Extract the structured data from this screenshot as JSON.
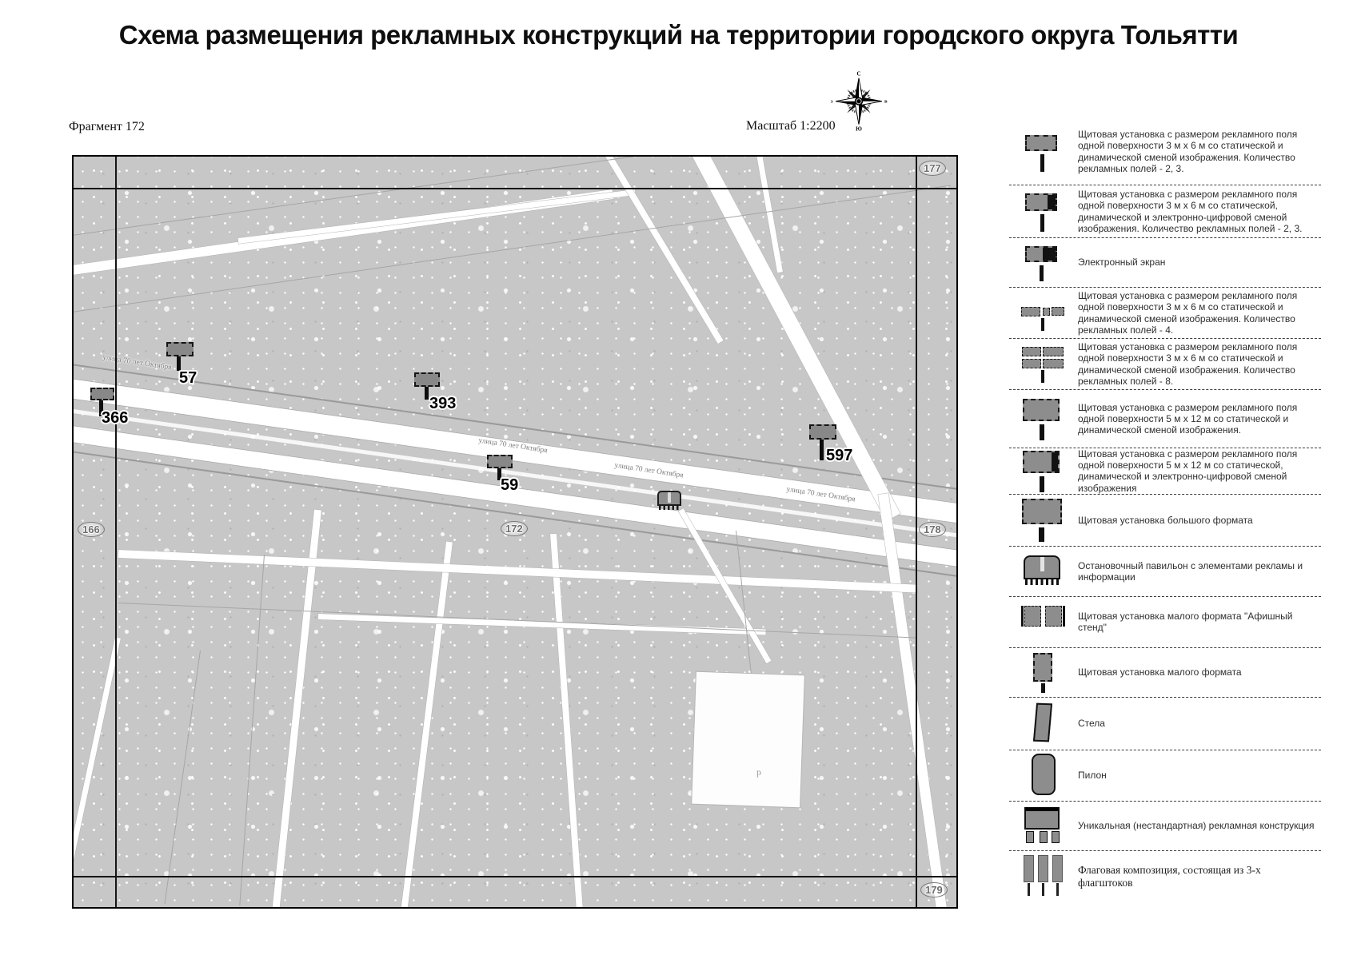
{
  "title": "Схема размещения рекламных конструкций на территории городского округа Тольятти",
  "fragment_label": "Фрагмент 172",
  "scale_label": "Масштаб 1:2200",
  "compass": {
    "n": "С",
    "s": "Ю",
    "e": "В",
    "w": "З"
  },
  "map": {
    "street_name": "улица 70 лет Октября",
    "building_letter": "р",
    "markers": [
      {
        "id": "57",
        "label": "57"
      },
      {
        "id": "366",
        "label": "366"
      },
      {
        "id": "393",
        "label": "393"
      },
      {
        "id": "59",
        "label": "59"
      },
      {
        "id": "597",
        "label": "597"
      }
    ],
    "edge_numbers": [
      {
        "label": "177"
      },
      {
        "label": "166"
      },
      {
        "label": "172"
      },
      {
        "label": "178"
      },
      {
        "label": "179"
      }
    ]
  },
  "legend": {
    "items": [
      {
        "icon": "billboard-3x6-static",
        "text": "Щитовая установка с размером рекламного поля одной поверхности 3 м х 6 м со статической и динамической сменой изображения. Количество рекламных полей - 2, 3."
      },
      {
        "icon": "billboard-3x6-digital",
        "text": "Щитовая установка с размером рекламного поля одной поверхности 3 м х 6 м со статической, динамической и электронно-цифровой сменой изображения. Количество рекламных полей - 2, 3."
      },
      {
        "icon": "electronic-screen",
        "text": "Электронный экран"
      },
      {
        "icon": "billboard-3x6-4fields",
        "text": "Щитовая установка с размером рекламного поля одной поверхности 3 м х 6 м со статической и динамической сменой изображения. Количество рекламных полей - 4."
      },
      {
        "icon": "billboard-3x6-8fields",
        "text": "Щитовая установка с размером рекламного поля одной поверхности 3 м х 6 м со статической и динамической сменой изображения. Количество рекламных полей - 8."
      },
      {
        "icon": "billboard-5x12-static",
        "text": "Щитовая установка с размером рекламного поля одной поверхности 5 м х 12 м со статической и динамической сменой изображения."
      },
      {
        "icon": "billboard-5x12-digital",
        "text": "Щитовая установка с размером рекламного поля одной поверхности 5 м х 12 м со статической, динамической и электронно-цифровой сменой изображения"
      },
      {
        "icon": "billboard-large-format",
        "text": "Щитовая установка большого формата"
      },
      {
        "icon": "bus-shelter",
        "text": "Остановочный павильон с элементами рекламы и информации"
      },
      {
        "icon": "afisha-stand",
        "text": "Щитовая установка малого формата \"Афишный стенд\""
      },
      {
        "icon": "small-format",
        "text": "Щитовая установка малого формата"
      },
      {
        "icon": "stela",
        "text": "Стела"
      },
      {
        "icon": "pylon",
        "text": "Пилон"
      },
      {
        "icon": "unique-construction",
        "text": "Уникальная (нестандартная) рекламная конструкция"
      },
      {
        "icon": "flag-composition",
        "text": "Флаговая композиция, состоящая из 3-х флагштоков"
      }
    ]
  }
}
